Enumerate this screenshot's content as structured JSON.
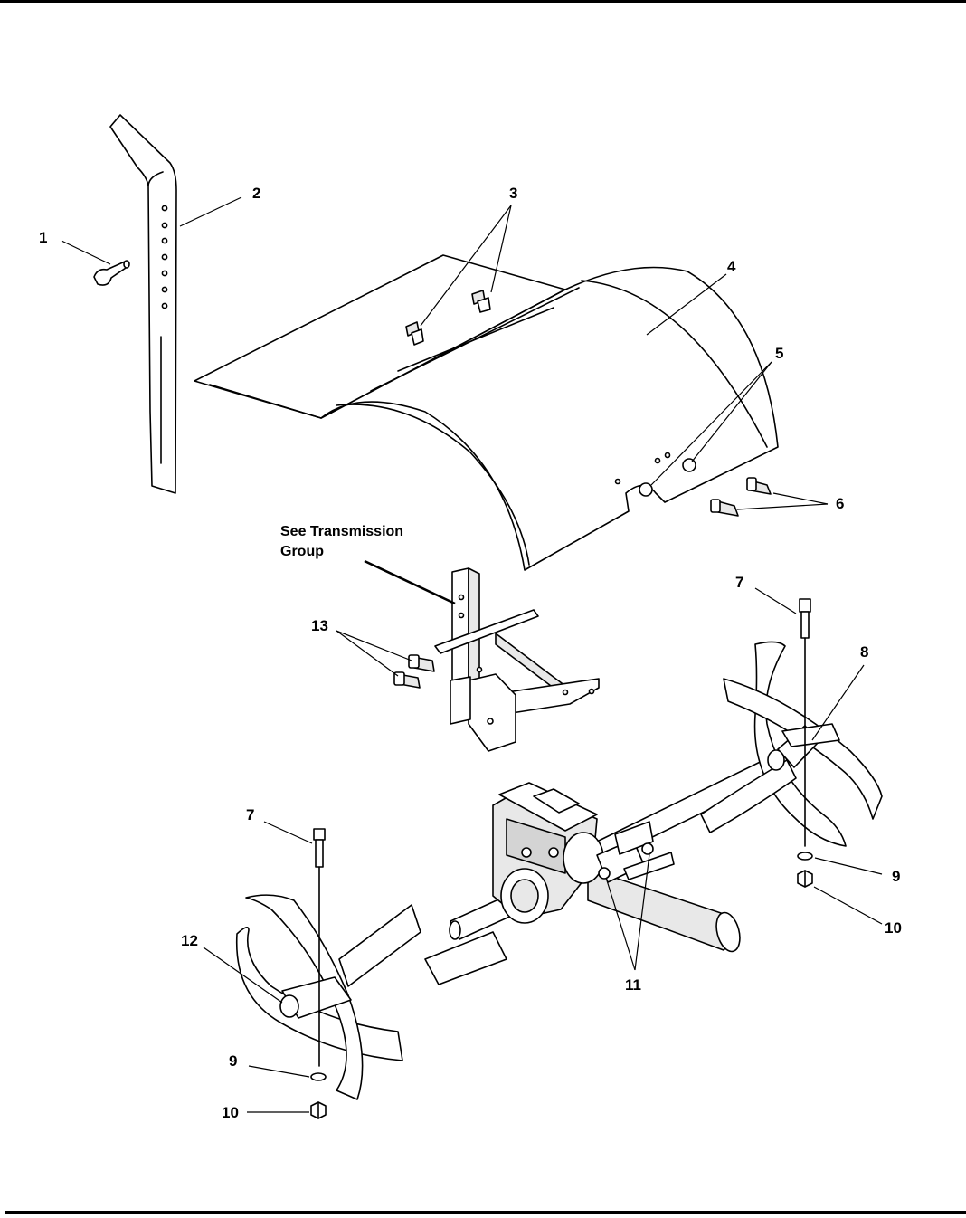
{
  "callouts": [
    {
      "id": "c1",
      "label": "1"
    },
    {
      "id": "c2",
      "label": "2"
    },
    {
      "id": "c3",
      "label": "3"
    },
    {
      "id": "c4",
      "label": "4"
    },
    {
      "id": "c5",
      "label": "5"
    },
    {
      "id": "c6",
      "label": "6"
    },
    {
      "id": "c7a",
      "label": "7"
    },
    {
      "id": "c8",
      "label": "8"
    },
    {
      "id": "c9a",
      "label": "9"
    },
    {
      "id": "c10a",
      "label": "10"
    },
    {
      "id": "c7b",
      "label": "7"
    },
    {
      "id": "c11",
      "label": "11"
    },
    {
      "id": "c12",
      "label": "12"
    },
    {
      "id": "c13",
      "label": "13"
    },
    {
      "id": "c9b",
      "label": "9"
    },
    {
      "id": "c10b",
      "label": "10"
    }
  ],
  "note": {
    "line1": "See Transmission",
    "line2": "Group"
  }
}
